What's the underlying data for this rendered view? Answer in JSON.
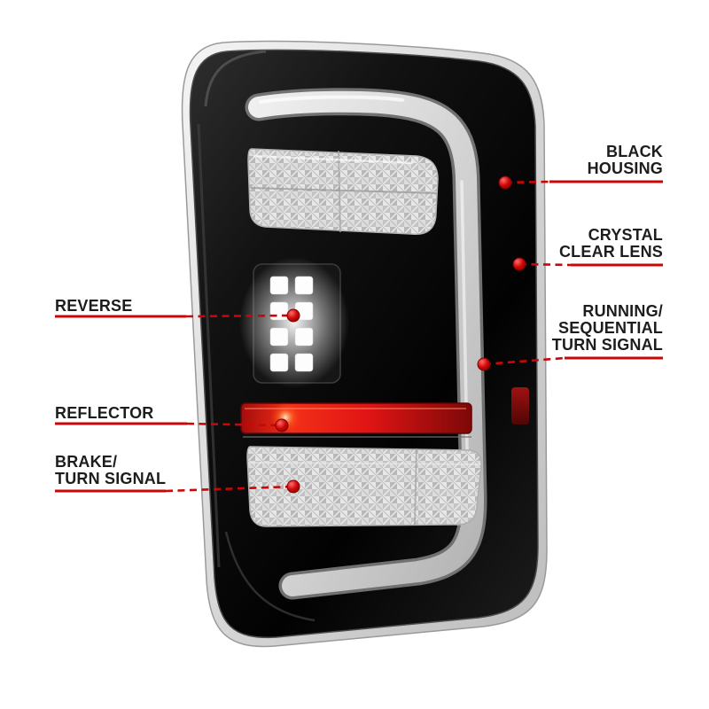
{
  "product": {
    "description": "Annotated tail light product diagram",
    "image_name": "tail-light-assembly"
  },
  "colors": {
    "accent_red": "#cb0606",
    "housing_black": "#0b0b0b",
    "reflector_red": "#e01414",
    "trim_gray": "#d9d9d9",
    "lens_gray": "#cdcdcd",
    "background": "#ffffff",
    "label_text": "#1d1d1d"
  },
  "callouts": {
    "reverse": {
      "lines": [
        "REVERSE"
      ]
    },
    "reflector": {
      "lines": [
        "REFLECTOR"
      ]
    },
    "brake_turn_signal": {
      "lines": [
        "BRAKE/",
        "TURN SIGNAL"
      ]
    },
    "black_housing": {
      "lines": [
        "BLACK",
        "HOUSING"
      ]
    },
    "crystal_clear_lens": {
      "lines": [
        "CRYSTAL",
        "CLEAR LENS"
      ]
    },
    "running_sequential_turn_signal": {
      "lines": [
        "RUNNING/",
        "SEQUENTIAL",
        "TURN SIGNAL"
      ]
    }
  }
}
